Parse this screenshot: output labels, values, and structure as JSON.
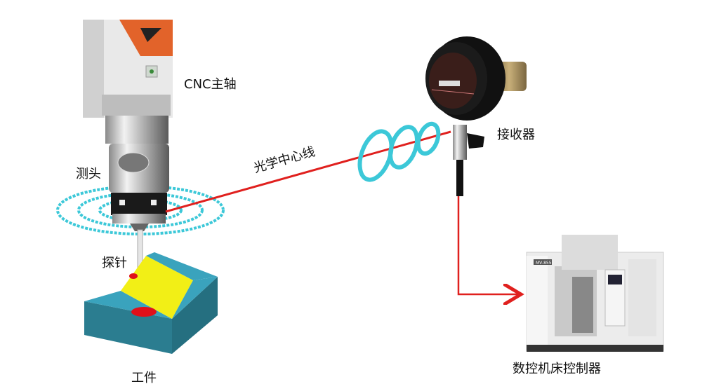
{
  "labels": {
    "spindle": "CNC主轴",
    "probe_head": "测头",
    "optical_line": "光学中心线",
    "receiver": "接收器",
    "stylus": "探针",
    "workpiece": "工件",
    "cnc_controller": "数控机床控制器"
  },
  "machine_badge": "MV-855",
  "colors": {
    "signal_line": "#e0201e",
    "rings": "#3cc8d8",
    "workpiece": "#2a8fa6",
    "workpiece_face": "#f2ef16",
    "spindle_accent": "#e2632a"
  }
}
